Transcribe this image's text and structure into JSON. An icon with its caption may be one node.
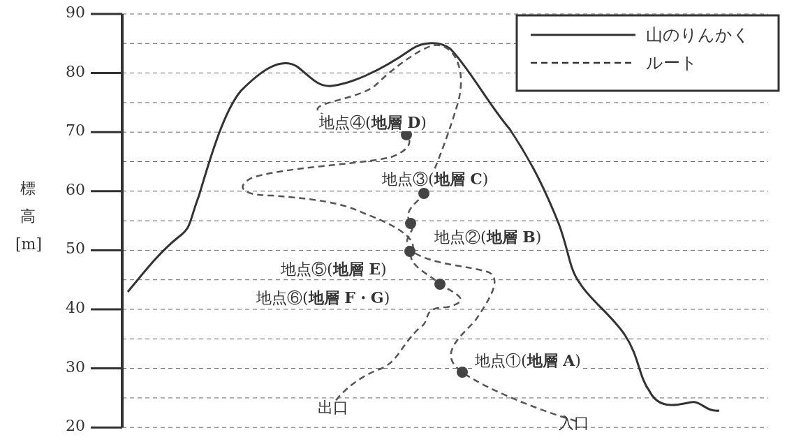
{
  "diagram": {
    "labels": [
      "90",
      "80",
      "70",
      "60",
      "50",
      "40",
      "30",
      "20",
      "標高[m]",
      "地点④(**地層 D**)",
      "地点③(**地層 C**)",
      "地点②(**地層 B**)",
      "地点⑤(**地層 E**)",
      "地点⑥(**地層 F・G**)",
      "地点①(**地層 A**)",
      "出口",
      "入口"
    ],
    "legend": [
      {
        "text": "山のりんかく"
      },
      {
        "text": "ルート"
      }
    ]
  }
}
